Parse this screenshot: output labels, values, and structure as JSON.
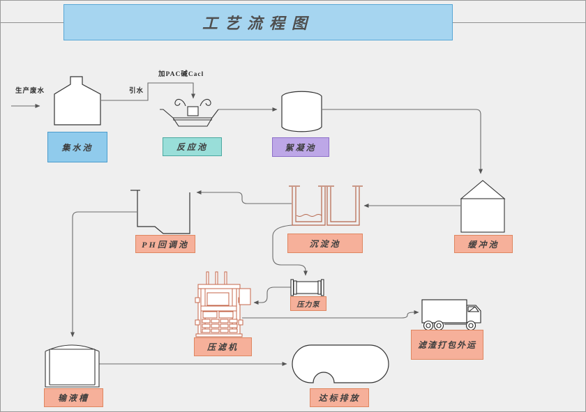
{
  "header": {
    "title": "工艺流程图"
  },
  "annotations": {
    "feed": "生产废水",
    "draw_water": "引水",
    "dosing": "加PAC碱Cacl"
  },
  "nodes": {
    "collection": {
      "label": "集水池",
      "fill": "#90cbec",
      "border": "#4a9ccb"
    },
    "reaction": {
      "label": "反应池",
      "fill": "#99ded9",
      "border": "#4aa8a0"
    },
    "flocculation": {
      "label": "絮凝池",
      "fill": "#bda7e7",
      "border": "#8d6fc8"
    },
    "buffer": {
      "label": "缓冲池",
      "fill": "#f6b09a",
      "border": "#de8660"
    },
    "sedimentation": {
      "label": "沉淀池",
      "fill": "#f6b09a",
      "border": "#de8660"
    },
    "ph_adjust": {
      "label": "PH回调池",
      "fill": "#f6b09a",
      "border": "#de8660"
    },
    "pressure_pump": {
      "label": "压力泵",
      "fill": "#f6b09a",
      "border": "#de8660"
    },
    "filter_press": {
      "label": "压滤机",
      "fill": "#f6b09a",
      "border": "#de8660"
    },
    "residue_truck": {
      "label": "滤渣打包外运",
      "fill": "#f6b09a",
      "border": "#de8660"
    },
    "transfer_tank": {
      "label": "输液槽",
      "fill": "#f6b09a",
      "border": "#de8660"
    },
    "discharge": {
      "label": "达标排放",
      "fill": "#f6b09a",
      "border": "#de8660"
    }
  },
  "colors": {
    "background": "#efefef",
    "banner_fill": "#a6d5f0",
    "banner_border": "#57a7d6",
    "connector": "#666666",
    "machine_outline": "#c4664a",
    "shape_outline": "#333333"
  }
}
